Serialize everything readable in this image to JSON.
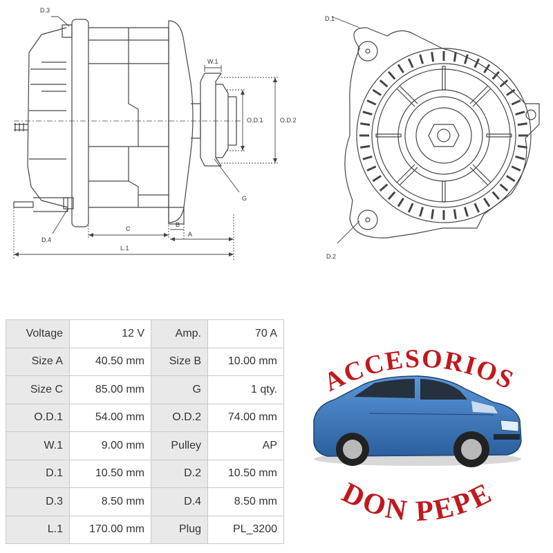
{
  "diagram": {
    "side_view_labels": {
      "d3": "D.3",
      "d4": "D.4",
      "w1": "W.1",
      "od1": "O.D.1",
      "od2": "O.D.2",
      "g": "G",
      "c": "C",
      "b": "B",
      "a": "A",
      "l1": "L.1"
    },
    "front_view_labels": {
      "d1": "D.1",
      "d2": "D.2"
    }
  },
  "specs": {
    "rows": [
      [
        {
          "label": "Voltage",
          "value": "12 V"
        },
        {
          "label": "Amp.",
          "value": "70 A"
        }
      ],
      [
        {
          "label": "Size A",
          "value": "40.50 mm"
        },
        {
          "label": "Size B",
          "value": "10.00 mm"
        }
      ],
      [
        {
          "label": "Size C",
          "value": "85.00 mm"
        },
        {
          "label": "G",
          "value": "1 qty."
        }
      ],
      [
        {
          "label": "O.D.1",
          "value": "54.00 mm"
        },
        {
          "label": "O.D.2",
          "value": "74.00 mm"
        }
      ],
      [
        {
          "label": "W.1",
          "value": "9.00 mm"
        },
        {
          "label": "Pulley",
          "value": "AP"
        }
      ],
      [
        {
          "label": "D.1",
          "value": "10.50 mm"
        },
        {
          "label": "D.2",
          "value": "10.50 mm"
        }
      ],
      [
        {
          "label": "D.3",
          "value": "8.50 mm"
        },
        {
          "label": "D.4",
          "value": "8.50 mm"
        }
      ],
      [
        {
          "label": "L.1",
          "value": "170.00 mm"
        },
        {
          "label": "Plug",
          "value": "PL_3200"
        }
      ]
    ]
  },
  "logo": {
    "line1": "ACCESORIOS",
    "line2": "DON PEPE",
    "color": "#c0191d",
    "car_color": "#3f7fc4"
  }
}
